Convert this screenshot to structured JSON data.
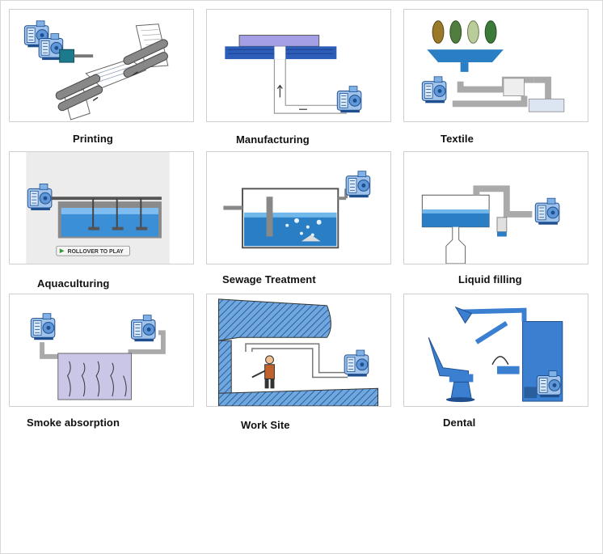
{
  "panels": [
    {
      "id": "printing",
      "caption": "Printing"
    },
    {
      "id": "manufacturing",
      "caption": "Manufacturing"
    },
    {
      "id": "textile",
      "caption": "Textile"
    },
    {
      "id": "aquaculturing",
      "caption": "Aquaculturing",
      "button_label": "ROLLOVER TO PLAY"
    },
    {
      "id": "sewage",
      "caption": "Sewage Treatment"
    },
    {
      "id": "liquid",
      "caption": "Liquid filling"
    },
    {
      "id": "smoke",
      "caption": "Smoke absorption"
    },
    {
      "id": "worksite",
      "caption": "Work Site"
    },
    {
      "id": "dental",
      "caption": "Dental"
    }
  ],
  "colors": {
    "pipe": "#e8e8e8",
    "blower": "#3a78c8",
    "water": "#2a7fc4",
    "dental_blue": "#3b7fd1"
  },
  "icons": [
    "blower-icon",
    "pipe-icon",
    "roller-icon",
    "play-button-icon",
    "person-icon",
    "dental-chair-icon"
  ]
}
